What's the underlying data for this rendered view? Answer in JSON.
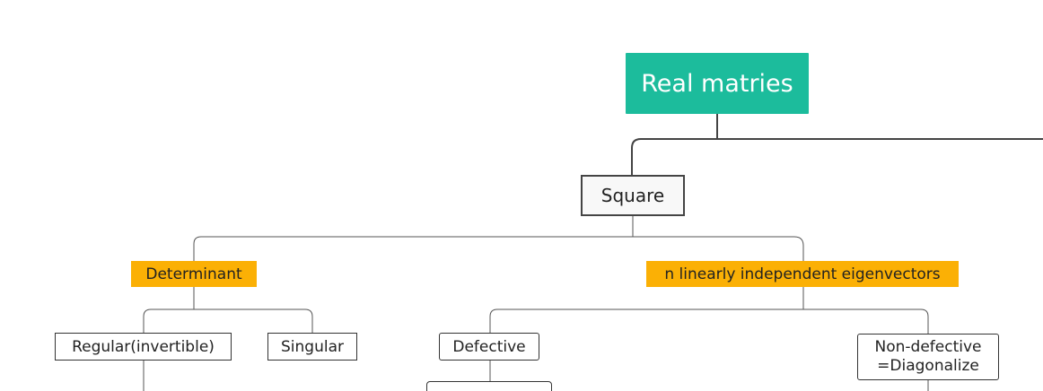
{
  "diagram": {
    "root": {
      "label": "Real matries",
      "color": "#1cbc9c"
    },
    "square": {
      "label": "Square"
    },
    "determinant": {
      "label": "Determinant",
      "color": "#fbb005"
    },
    "eigen": {
      "label": "n linearly independent eigenvectors",
      "color": "#fbb005"
    },
    "leaves": {
      "regular": "Regular(invertible)",
      "singular": "Singular",
      "defective": "Defective",
      "nondefective_line1": "Non-defective",
      "nondefective_line2": "=Diagonalize"
    }
  }
}
